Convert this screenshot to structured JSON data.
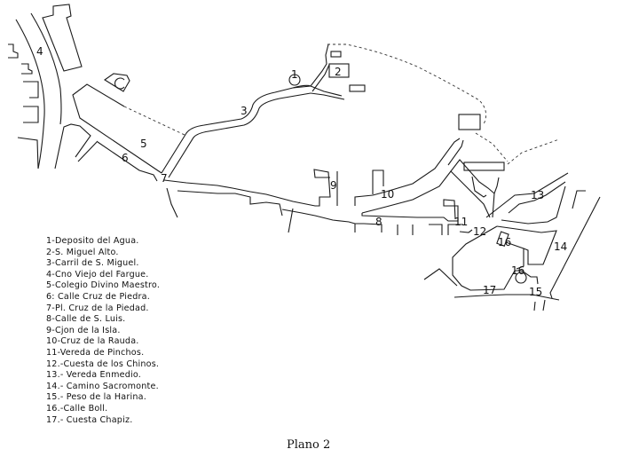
{
  "map": {
    "labels": [
      "1",
      "2",
      "3",
      "4",
      "5",
      "6",
      "7",
      "8",
      "9",
      "10",
      "11",
      "12",
      "13",
      "14",
      "15",
      "16",
      "16",
      "17"
    ]
  },
  "legend": [
    "1-Deposito del Agua.",
    "2-S. Miguel Alto.",
    "3-Carril de S. Miguel.",
    "4-Cno Viejo del Fargue.",
    "5-Colegio Divino Maestro.",
    "6: Calle Cruz de Piedra.",
    "7-Pl. Cruz de la Piedad.",
    "8-Calle de S. Luis.",
    "9-Cjon de la Isla.",
    "10-Cruz de la Rauda.",
    "11-Vereda de Pinchos.",
    "12.-Cuesta de los Chinos.",
    "13.- Vereda Enmedio.",
    "14.- Camino Sacromonte.",
    "15.- Peso de la Harina.",
    "16.-Calle Boll.",
    "17.- Cuesta Chapiz."
  ],
  "caption": "Plano 2"
}
